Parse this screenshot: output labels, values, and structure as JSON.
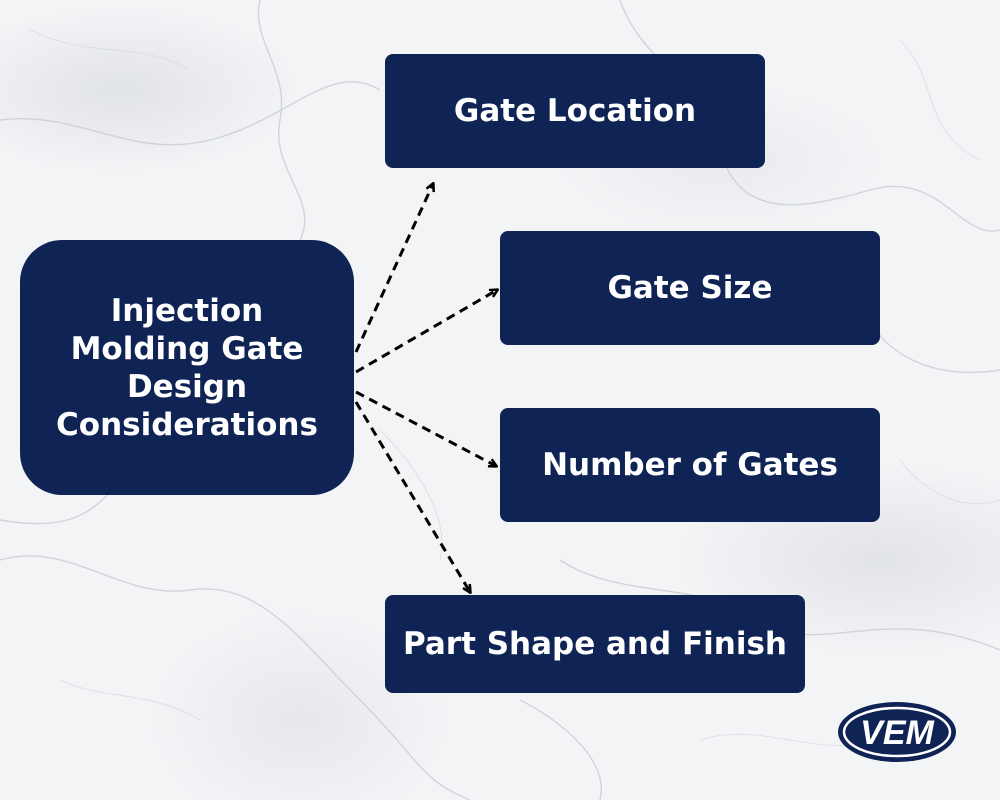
{
  "central": {
    "text": "Injection\nMolding Gate\nDesign\nConsiderations"
  },
  "branches": [
    {
      "label": "Gate Location"
    },
    {
      "label": "Gate Size"
    },
    {
      "label": "Number of Gates"
    },
    {
      "label": "Part Shape and Finish"
    }
  ],
  "logo": {
    "text": "VEM"
  },
  "colors": {
    "box": "#0f2354",
    "text": "#ffffff",
    "arrow": "#000000",
    "background": "#f3f4f6"
  }
}
